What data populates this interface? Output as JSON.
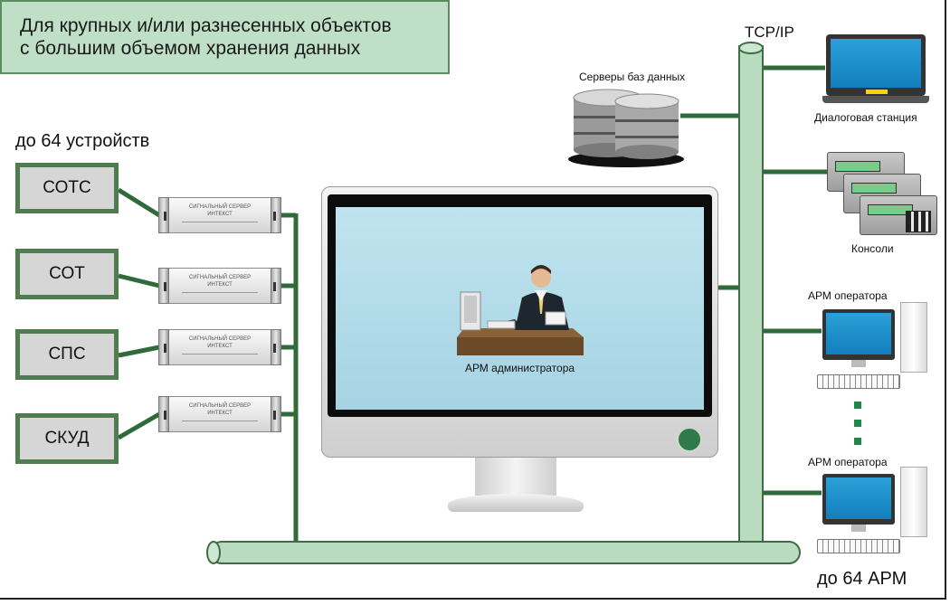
{
  "header": {
    "line1": "Для крупных и/или разнесенных объектов",
    "line2": "с большим объемом хранения данных"
  },
  "devices": {
    "count_label": "до 64 устройств",
    "items": [
      {
        "label": "СОТС",
        "sig_line1": "СИГНАЛЬНЫЙ СЕРВЕР",
        "sig_line2": "ИНТЕКСТ"
      },
      {
        "label": "СОТ",
        "sig_line1": "СИГНАЛЬНЫЙ СЕРВЕР",
        "sig_line2": "ИНТЕКСТ"
      },
      {
        "label": "СПС",
        "sig_line1": "СИГНАЛЬНЫЙ СЕРВЕР",
        "sig_line2": "ИНТЕКСТ"
      },
      {
        "label": "СКУД",
        "sig_line1": "СИГНАЛЬНЫЙ СЕРВЕР",
        "sig_line2": "ИНТЕКСТ"
      }
    ]
  },
  "network": {
    "label": "TCP/IP"
  },
  "db_servers": {
    "label": "Серверы баз данных"
  },
  "admin": {
    "label": "АРМ администратора"
  },
  "dialog_station": {
    "label": "Диалоговая станция"
  },
  "consoles": {
    "label": "Консоли"
  },
  "operators": {
    "label_top": "АРМ оператора",
    "label_bottom": "АРМ оператора",
    "count_label": "до 64 АРМ"
  },
  "colors": {
    "line": "#2f6b3a",
    "bus_fill": "#b9dcc0",
    "box_border": "#4f7d4f",
    "header_bg": "#bfe0c6",
    "screen_blue": "#1e90d0"
  },
  "icons": [
    "database-server-icon",
    "administrator-icon",
    "laptop-icon",
    "console-icon",
    "workstation-icon",
    "signal-server-icon"
  ]
}
